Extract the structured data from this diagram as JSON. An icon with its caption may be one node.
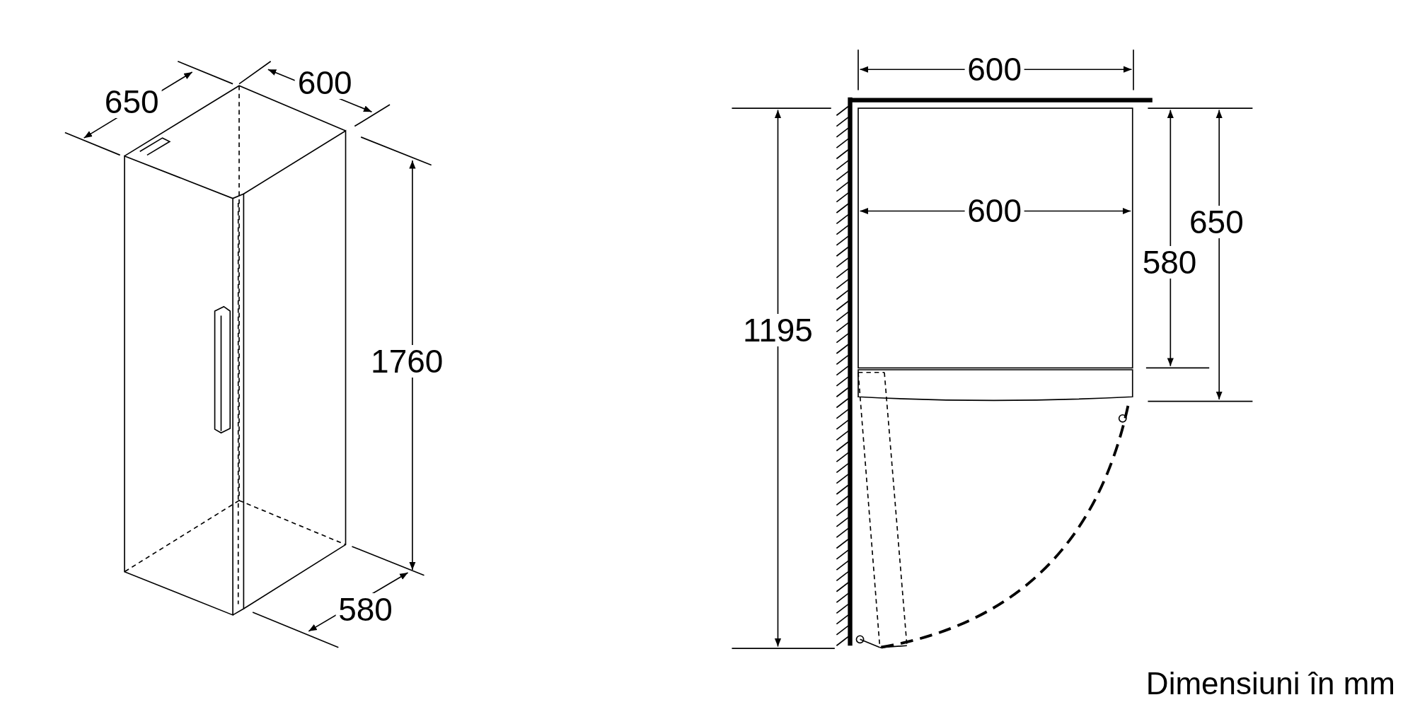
{
  "diagram": {
    "labels": [
      "650",
      "600",
      "600",
      "600",
      "650",
      "580",
      "1195",
      "1760",
      "580",
      "Dimensiuni în mm"
    ]
  }
}
